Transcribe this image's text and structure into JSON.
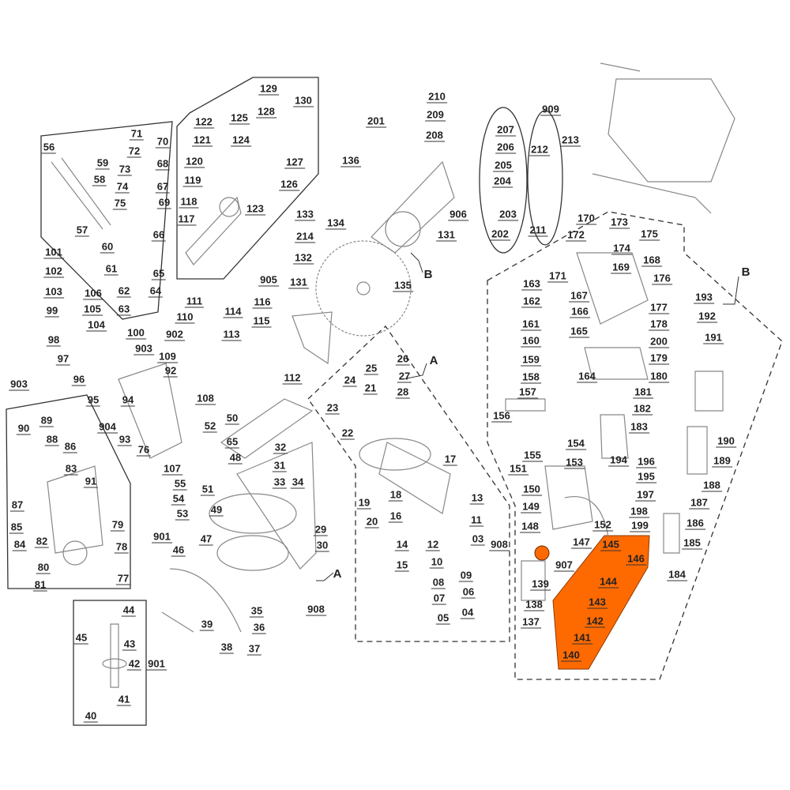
{
  "diagram_title": "",
  "highlight_color": "#ff6a00",
  "section_markers": [
    "A",
    "A",
    "B",
    "B"
  ],
  "part_labels": [
    "56",
    "59",
    "58",
    "57",
    "60",
    "61",
    "62",
    "63",
    "71",
    "72",
    "70",
    "73",
    "74",
    "75",
    "68",
    "67",
    "69",
    "66",
    "65",
    "64",
    "122",
    "121",
    "120",
    "119",
    "118",
    "117",
    "129",
    "128",
    "130",
    "125",
    "124",
    "127",
    "126",
    "123",
    "133",
    "214",
    "132",
    "134",
    "905",
    "131",
    "116",
    "115",
    "114",
    "113",
    "111",
    "110",
    "112",
    "101",
    "102",
    "103",
    "99",
    "106",
    "105",
    "104",
    "100",
    "903",
    "902",
    "109",
    "92",
    "98",
    "97",
    "96",
    "95",
    "904",
    "94",
    "93",
    "76",
    "108",
    "107",
    "55",
    "54",
    "53",
    "52",
    "50",
    "65",
    "51",
    "49",
    "48",
    "47",
    "46",
    "901",
    "903",
    "90",
    "89",
    "88",
    "86",
    "83",
    "91",
    "87",
    "85",
    "84",
    "82",
    "79",
    "78",
    "80",
    "81",
    "77",
    "44",
    "43",
    "45",
    "42",
    "901",
    "41",
    "40",
    "32",
    "31",
    "33",
    "34",
    "29",
    "30",
    "35",
    "36",
    "37",
    "38",
    "39",
    "908",
    "26",
    "25",
    "27",
    "24",
    "21",
    "28",
    "23",
    "22",
    "17",
    "13",
    "19",
    "18",
    "20",
    "16",
    "11",
    "03",
    "908",
    "14",
    "12",
    "15",
    "10",
    "09",
    "08",
    "06",
    "07",
    "05",
    "04",
    "201",
    "136",
    "210",
    "209",
    "208",
    "906",
    "131",
    "135",
    "207",
    "206",
    "205",
    "204",
    "203",
    "202",
    "909",
    "212",
    "213",
    "211",
    "170",
    "173",
    "172",
    "175",
    "174",
    "169",
    "168",
    "171",
    "176",
    "163",
    "162",
    "167",
    "166",
    "161",
    "177",
    "165",
    "178",
    "160",
    "200",
    "159",
    "179",
    "164",
    "180",
    "158",
    "157",
    "181",
    "182",
    "156",
    "183",
    "154",
    "155",
    "194",
    "196",
    "153",
    "151",
    "195",
    "150",
    "197",
    "149",
    "198",
    "152",
    "199",
    "148",
    "147",
    "907",
    "139",
    "138",
    "137",
    "145",
    "146",
    "144",
    "143",
    "142",
    "141",
    "140",
    "193",
    "192",
    "191",
    "190",
    "189",
    "188",
    "187",
    "186",
    "185",
    "184"
  ]
}
